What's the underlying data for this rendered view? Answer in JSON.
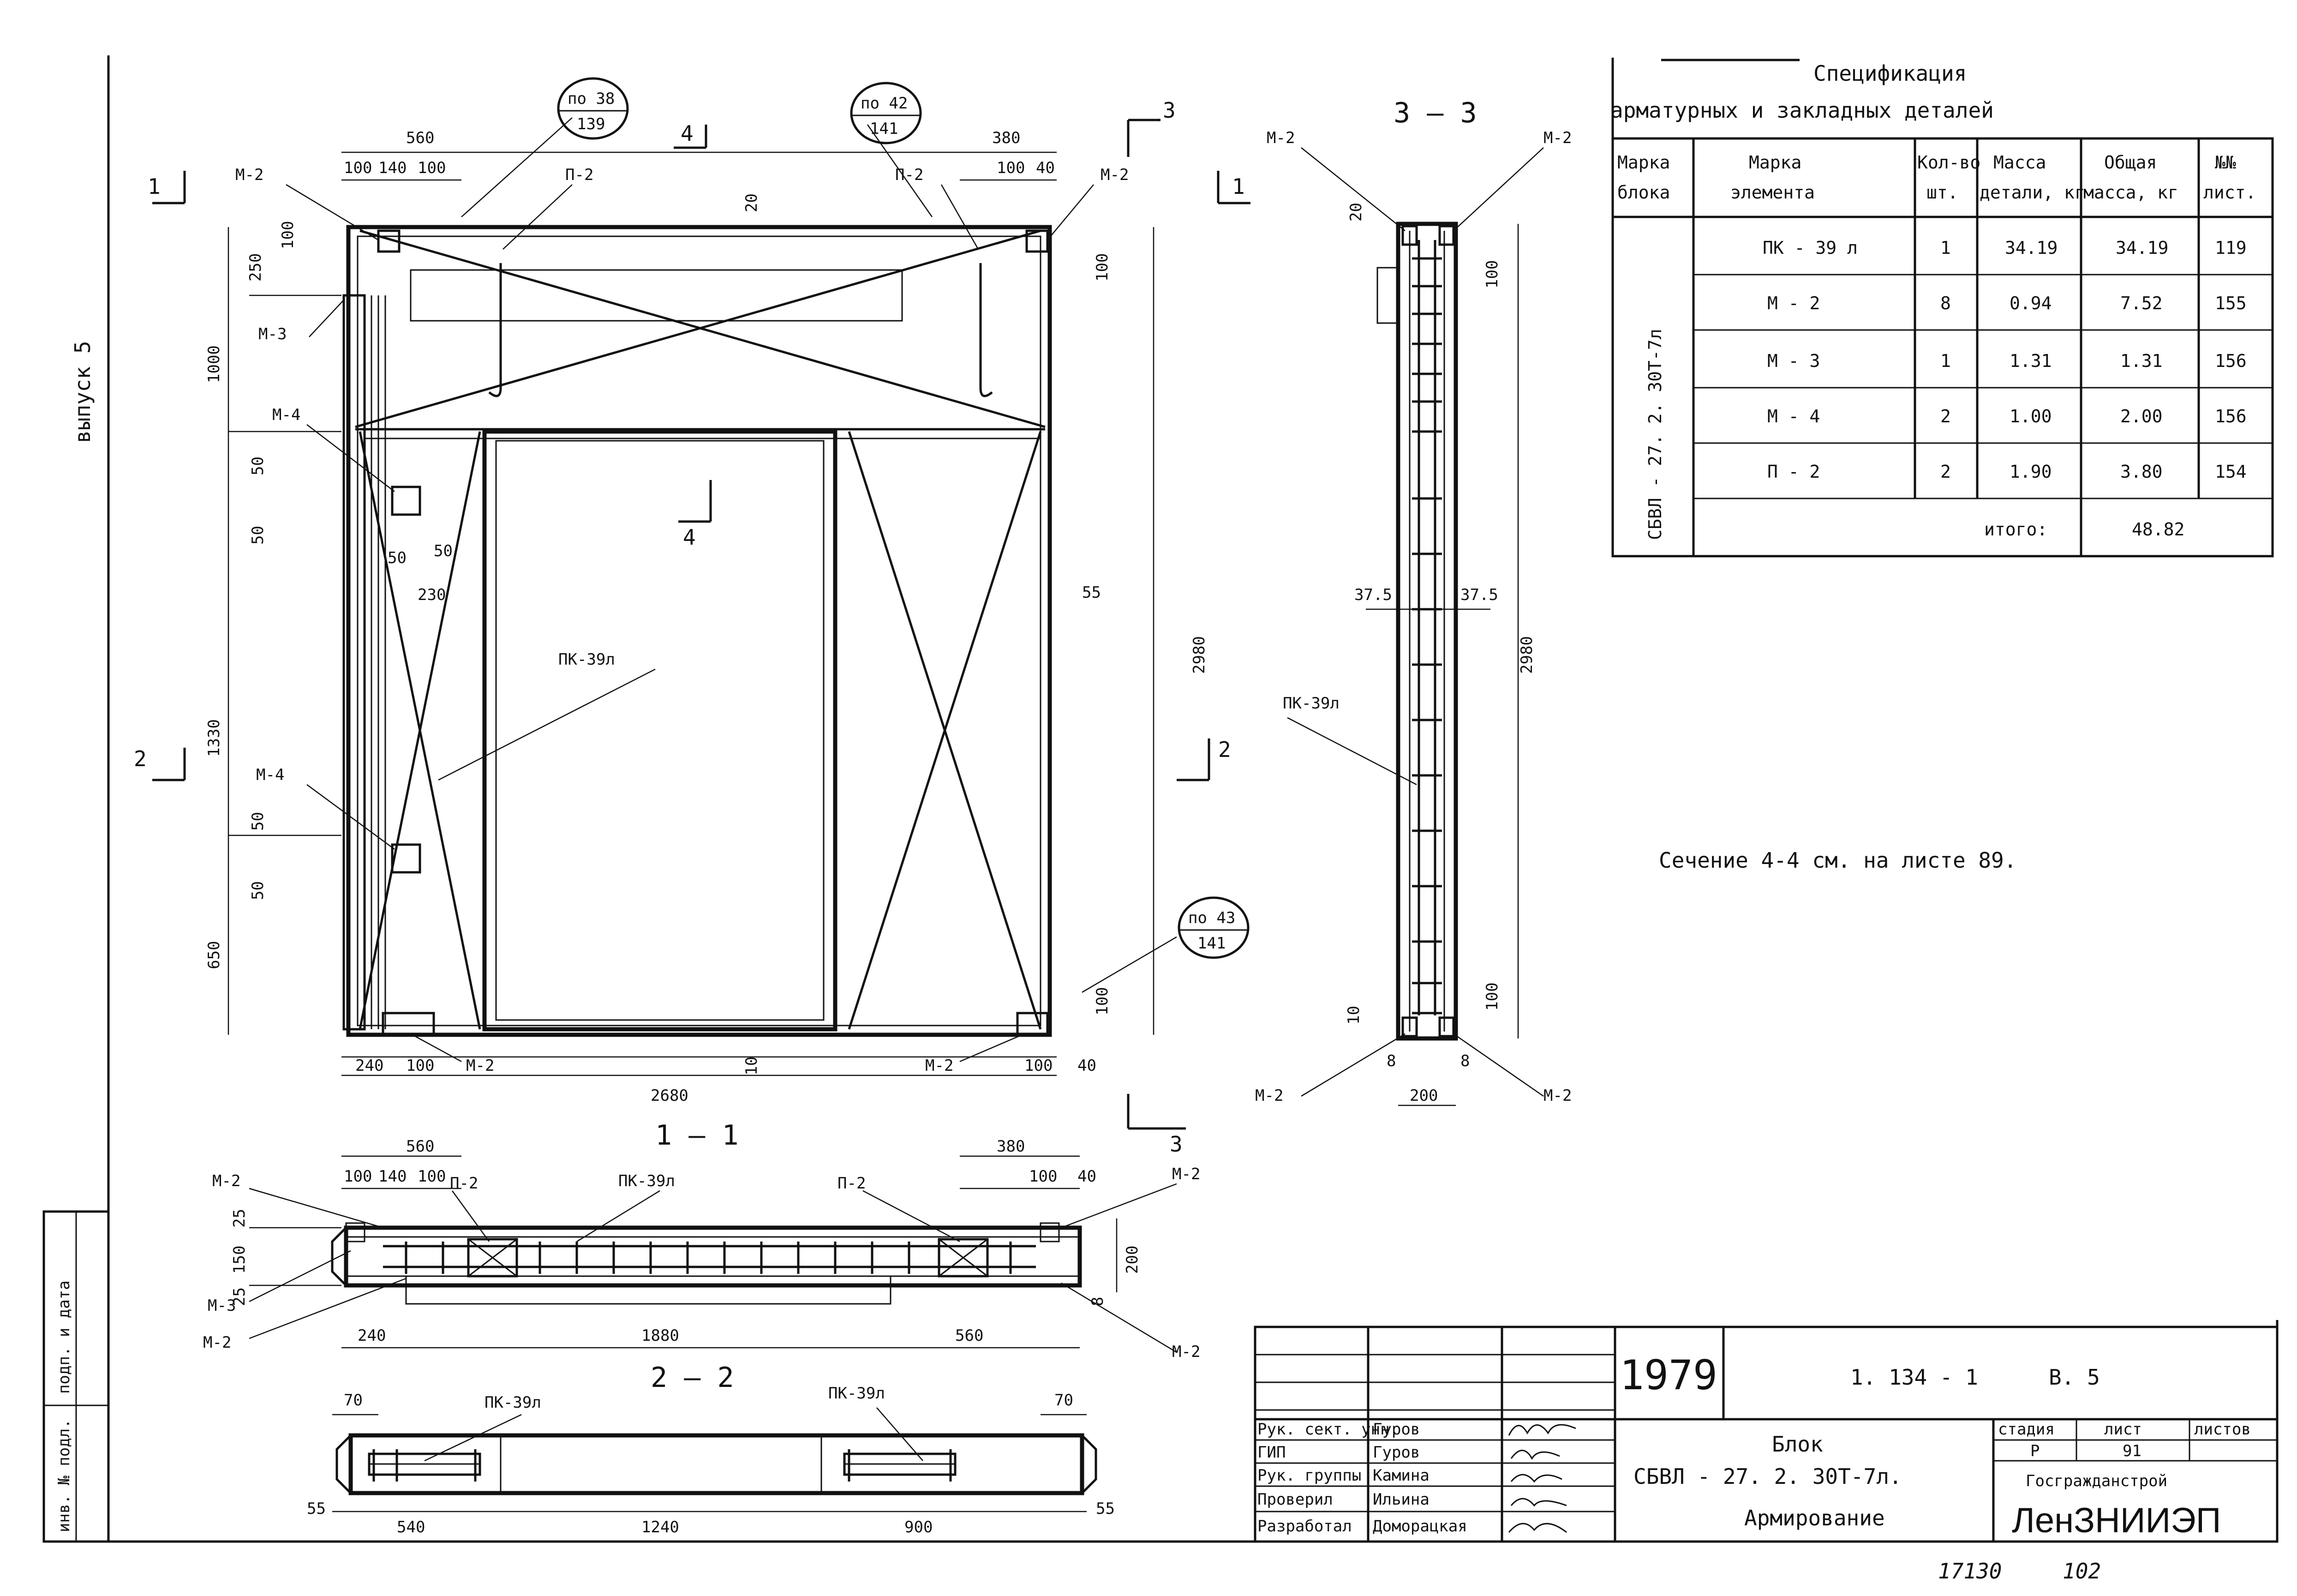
{
  "margin": {
    "vypusk": "выпуск 5",
    "inv_podl": "инв. № подл.",
    "podp_data": "подп. и дата"
  },
  "spec": {
    "title_line1": "Спецификация",
    "title_line2": "арматурных и закладных деталей",
    "headers": {
      "block_mark": [
        "Марка",
        "блока"
      ],
      "element_mark": [
        "Марка",
        "элемента"
      ],
      "qty": [
        "Кол-во",
        "шт."
      ],
      "mass": [
        "Масса",
        "детали, кг"
      ],
      "total_mass": [
        "Общая",
        "масса, кг"
      ],
      "sheet_no": [
        "№№",
        "лист."
      ]
    },
    "block_mark_value": "СБВЛ - 27. 2. 30Т-7л",
    "rows": [
      {
        "element": "ПК - 39 л",
        "qty": "1",
        "mass": "34.19",
        "total": "34.19",
        "sheet": "119"
      },
      {
        "element": "М - 2",
        "qty": "8",
        "mass": "0.94",
        "total": "7.52",
        "sheet": "155"
      },
      {
        "element": "М - 3",
        "qty": "1",
        "mass": "1.31",
        "total": "1.31",
        "sheet": "156"
      },
      {
        "element": "М - 4",
        "qty": "2",
        "mass": "1.00",
        "total": "2.00",
        "sheet": "156"
      },
      {
        "element": "П - 2",
        "qty": "2",
        "mass": "1.90",
        "total": "3.80",
        "sheet": "154"
      }
    ],
    "total_label": "итого:",
    "total_value": "48.82"
  },
  "note": "Сечение 4-4 см. на листе 89.",
  "views": {
    "section_3_3": "3 — 3",
    "section_1_1": "1 — 1",
    "section_2_2": "2 — 2"
  },
  "labels": {
    "m2": "М-2",
    "m3": "М-3",
    "m4": "М-4",
    "p2": "П-2",
    "pk39": "ПК-39л",
    "callout1_top": "по 38",
    "callout1_bot": "139",
    "callout2_top": "по 42",
    "callout2_bot": "141",
    "callout3_top": "по 43",
    "callout3_bot": "141",
    "cut1": "1",
    "cut2": "2",
    "cut3": "3",
    "cut4": "4"
  },
  "dims": {
    "d560": "560",
    "d380": "380",
    "d100": "100",
    "d140": "140",
    "d40": "40",
    "d20": "20",
    "d250": "250",
    "d1000": "1000",
    "d50": "50",
    "d1330": "1330",
    "d650": "650",
    "d55": "55",
    "d2980": "2980",
    "d240": "240",
    "d10": "10",
    "d2680": "2680",
    "d37_5": "37.5",
    "d200": "200",
    "d8": "8",
    "d1880": "1880",
    "d25": "25",
    "d150": "150",
    "d70": "70",
    "d540": "540",
    "d1240": "1240",
    "d900": "900",
    "d230": "230"
  },
  "titleblock": {
    "year": "1979",
    "series": "1. 134 - 1",
    "issue": "В. 5",
    "roles": [
      {
        "role": "Рук. сект. унн.",
        "name": "Гуров"
      },
      {
        "role": "ГИП",
        "name": "Гуров"
      },
      {
        "role": "Рук. группы",
        "name": "Камина"
      },
      {
        "role": "Проверил",
        "name": "Ильина"
      },
      {
        "role": "Разработал",
        "name": "Доморацкая"
      }
    ],
    "doc_line1": "Блок",
    "doc_line2": "СБВЛ - 27. 2. 30Т-7л.",
    "doc_line3": "Армирование",
    "stage_label": "стадия",
    "sheet_label": "лист",
    "sheets_label": "листов",
    "stage_value": "Р",
    "sheet_value": "91",
    "org1": "Госгражданстрой",
    "org2": "ЛенЗНИИЭП"
  },
  "stamp": {
    "archive_no": "17130",
    "page_no": "102"
  }
}
